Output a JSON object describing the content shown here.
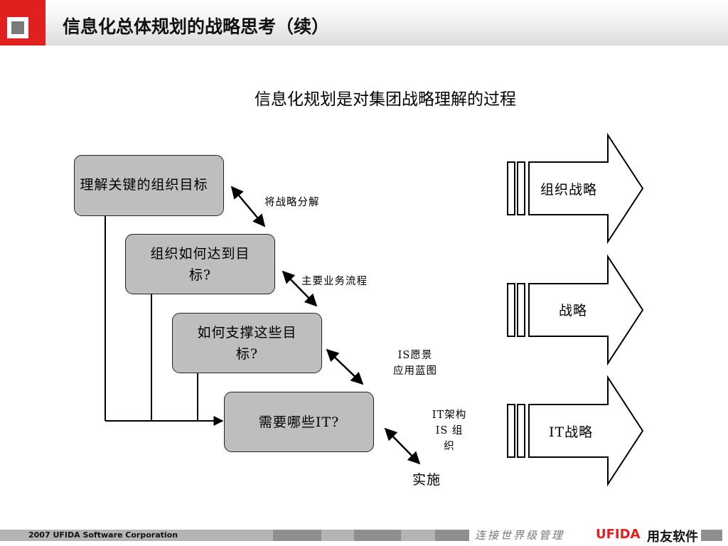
{
  "header": {
    "title": "信息化总体规划的战略思考（续）"
  },
  "subtitle": "信息化规划是对集团战略理解的过程",
  "flow": {
    "box1": "理解关键的组织目标",
    "box2_line1": "组织如何达到目",
    "box2_line2": "标?",
    "box3_line1": "如何支撑这些目",
    "box3_line2": "标?",
    "box4": "需要哪些IT?",
    "label1": "将战略分解",
    "label2": "主要业务流程",
    "label3_line1": "IS愿景",
    "label3_line2": "应用蓝图",
    "label4_line1": "IT架构",
    "label4_line2": "IS 组",
    "label4_line3": "织",
    "final": "实施"
  },
  "arrows": {
    "arrow1": "组织战略",
    "arrow2": "战略",
    "arrow3": "IT战略"
  },
  "footer": {
    "copyright": "2007 UFIDA Software Corporation",
    "slogan": "连接世界级管理",
    "brand": "UFIDA",
    "brand_cn": "用友软件"
  }
}
